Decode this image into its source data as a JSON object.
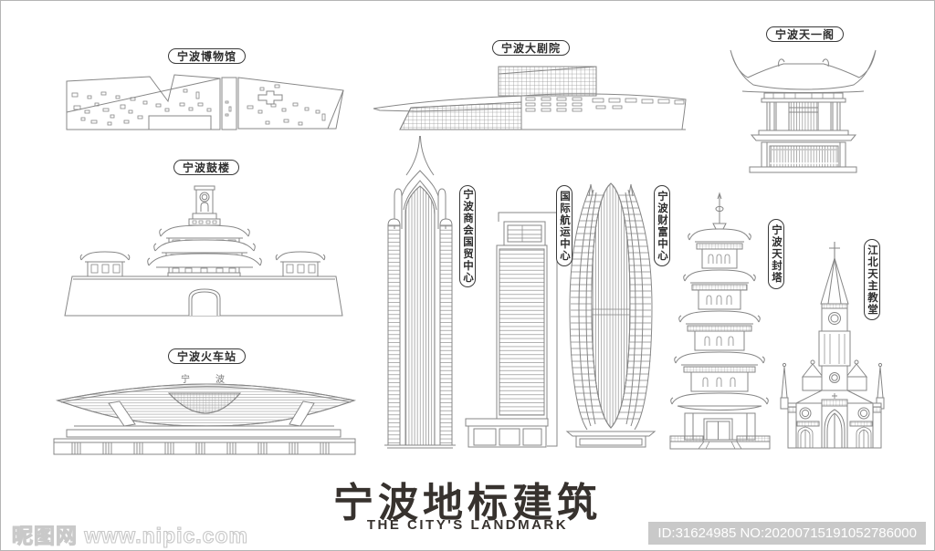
{
  "poster": {
    "title_cn": "宁波地标建筑",
    "title_en": "THE CITY'S LANDMARK"
  },
  "labels": {
    "museum": "宁波博物馆",
    "grand_theatre": "宁波大剧院",
    "tianyi_pavilion": "宁波天一阁",
    "drum_tower": "宁波鼓楼",
    "railway_station": "宁波火车站",
    "trade_center": "宁波商会国贸中心",
    "shipping_center": "国际航运中心",
    "fortune_center": "宁波财富中心",
    "tianfeng_pagoda": "宁波天封塔",
    "catholic_church": "江北天主教堂"
  },
  "station_sign": "宁波",
  "watermark": {
    "site_name": "昵图网",
    "site_url": "www.nipic.com",
    "id_text": "ID:31624985 NO:20200715191052786000"
  },
  "colors": {
    "line": "#878787",
    "hatch": "#9a9a9a",
    "label_border": "#3a3a3a",
    "label_text": "#2d2d2d",
    "title": "#37322e",
    "watermark_bar": "#c9c9c9",
    "watermark_text": "#ffffff"
  }
}
